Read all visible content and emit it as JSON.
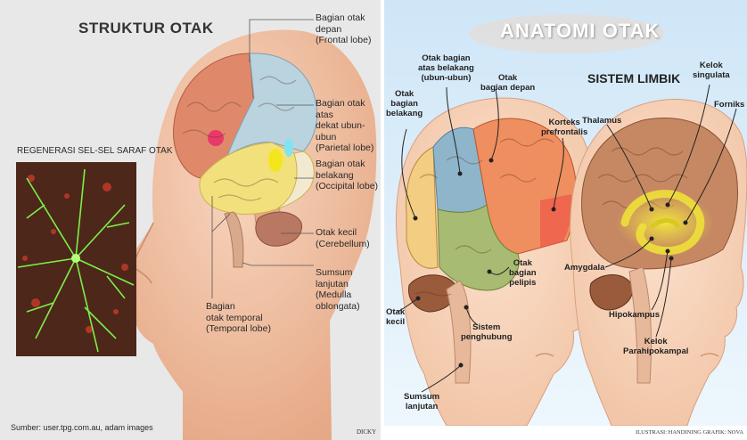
{
  "left": {
    "title": "STRUKTUR OTAK",
    "inset_title": "REGENERASI SEL-SEL SARAF OTAK",
    "labels": {
      "frontal": "Bagian otak depan\n(Frontal lobe)",
      "parietal": "Bagian otak atas\ndekat ubun-ubun\n(Parietal lobe)",
      "occipital": "Bagian otak\nbelakang\n(Occipital lobe)",
      "cerebellum": "Otak kecil\n(Cerebellum)",
      "medulla": "Sumsum\nlanjutan\n(Medulla\noblongata)",
      "temporal": "Bagian\notak temporal\n(Temporal lobe)"
    },
    "source": "Sumber: user.tpg.com.au, adam images",
    "credit": "DICKY"
  },
  "right": {
    "title": "ANATOMI OTAK",
    "subtitle": "SISTEM LIMBIK",
    "labels": {
      "parietal": "Otak bagian\natas belakang\n(ubun-ubun)",
      "frontal": "Otak\nbagian depan",
      "occipital": "Otak\nbagian\nbelakang",
      "prefrontal": "Korteks\nprefrontalis",
      "temporal": "Otak\nbagian\npelipis",
      "cerebellum": "Otak\nkecil",
      "brainstem": "Sistem\npenghubung",
      "medulla": "Sumsum\nlanjutan",
      "thalamus": "Thalamus",
      "cingulate": "Kelok\nsingulata",
      "fornix": "Forniks",
      "amygdala": "Amygdala",
      "hippocampus": "Hipokampus",
      "parahippocampal": "Kelok\nParahipokampal"
    },
    "credit": "ILUSTRASI: HANDINING GRAFIK: NOVA"
  },
  "colors": {
    "skin": "#f3c3a4",
    "frontal_left": "#e0896a",
    "parietal_left": "#b9d3df",
    "temporal_left": "#f2e07c",
    "cerebellum_left": "#b97862",
    "frontal_right": "#ef8f5f",
    "parietal_right": "#8fb5cb",
    "occipital_right": "#f2cd82",
    "temporal_right": "#a8bb72",
    "limbic": "#ede03a"
  }
}
